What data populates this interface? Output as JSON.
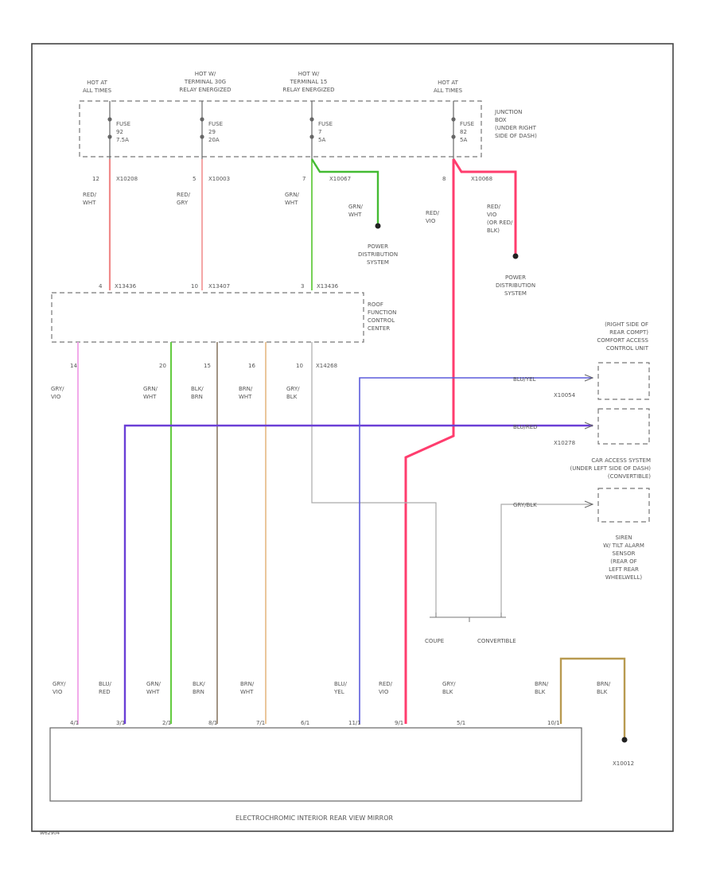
{
  "colors": {
    "red_wht": "#f08a8a",
    "red_gry": "#f4a6a6",
    "grn_wht": "#66cc44",
    "grn_wire": "#44bb33",
    "red_vio": "#ff3d6e",
    "gry_vio": "#f0a0e8",
    "blu_red": "#6a3fd6",
    "blu_yel": "#5c5cdc",
    "blk_brn": "#8a7a66",
    "brn_wht": "#e8c090",
    "gry_blk": "#aaaaaa",
    "brn_blk": "#b89a50"
  },
  "hot_labels": [
    {
      "text": [
        "HOT AT",
        "ALL TIMES"
      ]
    },
    {
      "text": [
        "HOT W/",
        "TERMINAL 30G",
        "RELAY ENERGIZED"
      ]
    },
    {
      "text": [
        "HOT W/",
        "TERMINAL 15",
        "RELAY ENERGIZED"
      ]
    },
    {
      "text": [
        "HOT AT",
        "ALL TIMES"
      ]
    }
  ],
  "fuses": [
    {
      "text": [
        "FUSE",
        "92",
        "7.5A"
      ]
    },
    {
      "text": [
        "FUSE",
        "29",
        "20A"
      ]
    },
    {
      "text": [
        "FUSE",
        "7",
        "5A"
      ]
    },
    {
      "text": [
        "FUSE",
        "82",
        "5A"
      ]
    }
  ],
  "junction_box": [
    "JUNCTION",
    "BOX",
    "(UNDER RIGHT",
    "SIDE OF DASH)"
  ],
  "fuse_pins": [
    "12",
    "5",
    "7",
    "8"
  ],
  "fuse_conns": [
    "X10208",
    "X10003",
    "X10067",
    "X10068"
  ],
  "wire_labels_top": [
    [
      "RED/",
      "WHT"
    ],
    [
      "RED/",
      "GRY"
    ],
    [
      "GRN/",
      "WHT"
    ],
    [
      "GRN/",
      "WHT"
    ],
    [
      "RED/",
      "VIO"
    ],
    [
      "RED/",
      "VIO",
      "(OR RED/",
      "BLK)"
    ]
  ],
  "power_dist": [
    "POWER",
    "DISTRIBUTION",
    "SYSTEM"
  ],
  "roof_pins_top": [
    "X13436",
    "X13407",
    "X13436"
  ],
  "roof_pin_nums_top": [
    "4",
    "10",
    "3"
  ],
  "roof_module": [
    "ROOF",
    "FUNCTION",
    "CONTROL",
    "CENTER"
  ],
  "roof_pin_nums_bottom": [
    "14",
    "20",
    "15",
    "16",
    "10"
  ],
  "roof_conn_bottom": "X14268",
  "wire_labels_mid": [
    [
      "GRY/",
      "VIO"
    ],
    [
      "GRN/",
      "WHT"
    ],
    [
      "BLK/",
      "BRN"
    ],
    [
      "BRN/",
      "WHT"
    ],
    [
      "GRY/",
      "BLK"
    ]
  ],
  "comfort_module": [
    "(RIGHT SIDE OF",
    "REAR COMPT)",
    "COMFORT ACCESS",
    "CONTROL UNIT"
  ],
  "comfort_wires": [
    "BLU/YEL",
    "BLU/RED"
  ],
  "comfort_conns": [
    "X10054",
    "X10278"
  ],
  "car_access": [
    "CAR ACCESS SYSTEM",
    "(UNDER LEFT SIDE OF DASH)",
    "(CONVERTIBLE)"
  ],
  "siren_wire": "GRY/BLK",
  "siren": [
    "SIREN",
    "W/ TILT ALARM",
    "SENSOR",
    "(REAR OF",
    "LEFT REAR",
    "WHEELWELL)"
  ],
  "variants": [
    "COUPE",
    "CONVERTIBLE"
  ],
  "wire_labels_bottom": [
    [
      "GRY/",
      "VIO"
    ],
    [
      "BLU/",
      "RED"
    ],
    [
      "GRN/",
      "WHT"
    ],
    [
      "BLK/",
      "BRN"
    ],
    [
      "BRN/",
      "WHT"
    ],
    [
      "BLU/",
      "YEL"
    ],
    [
      "RED/",
      "VIO"
    ],
    [
      "GRY/",
      "BLK"
    ],
    [
      "BRN/",
      "BLK"
    ],
    [
      "BRN/",
      "BLK"
    ]
  ],
  "mirror_pins": [
    "4/1",
    "3/1",
    "2/1",
    "8/1",
    "7/1",
    "6/1",
    "11/1",
    "9/1",
    "5/1",
    "10/1"
  ],
  "ground_conn": "X10012",
  "mirror_name": "ELECTROCHROMIC INTERIOR REAR VIEW MIRROR",
  "figure_id": "W62904"
}
